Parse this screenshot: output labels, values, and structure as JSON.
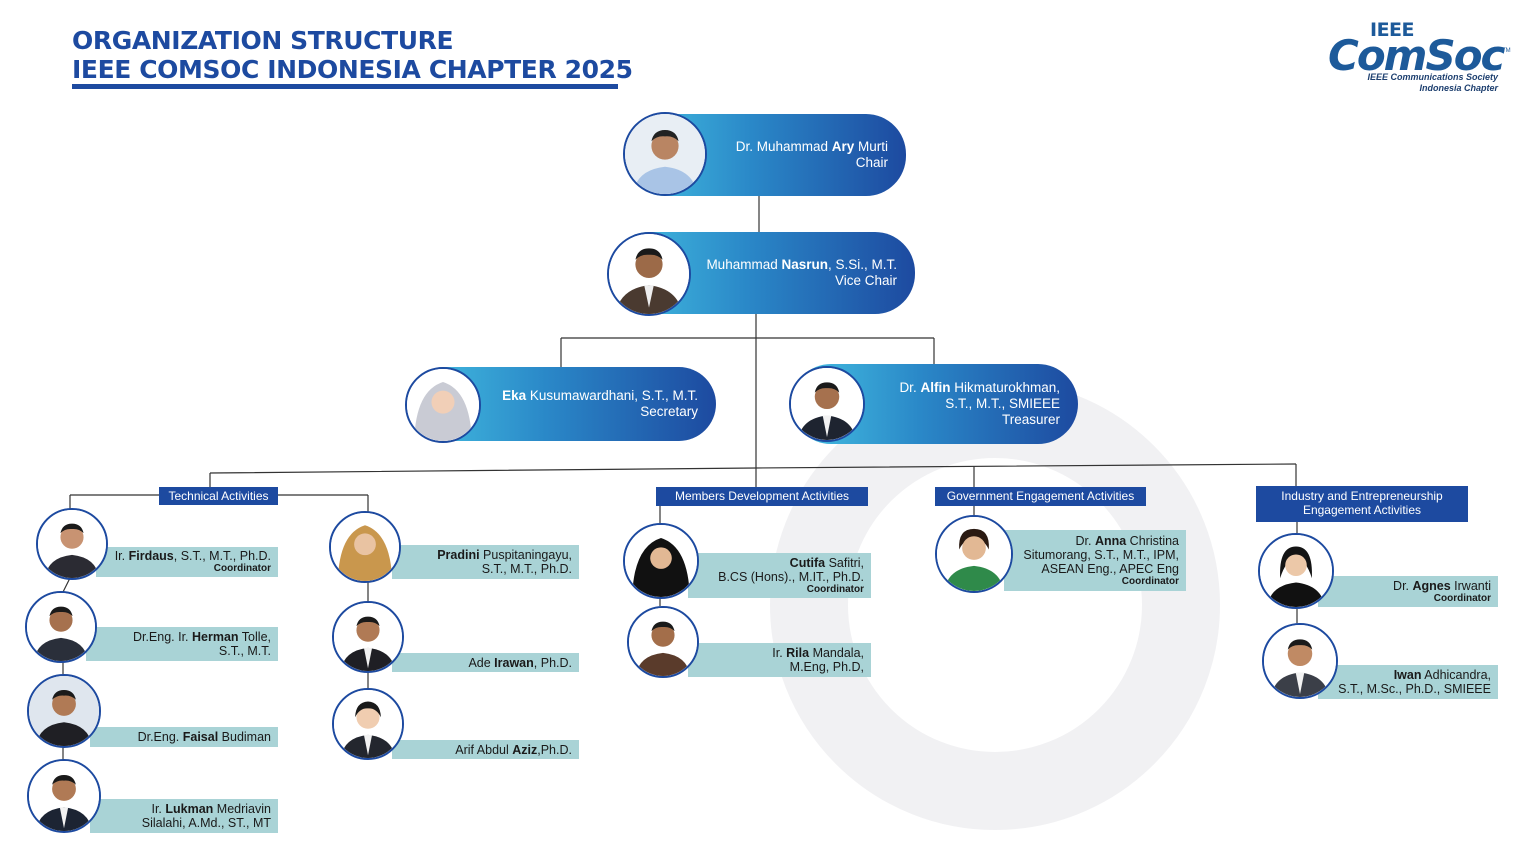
{
  "header": {
    "title_line1": "ORGANIZATION STRUCTURE",
    "title_line2": "IEEE COMSOC INDONESIA CHAPTER 2025"
  },
  "logo": {
    "ieee": "IEEE",
    "comsoc": "ComSoc",
    "tm": "TM",
    "subtitle1": "IEEE Communications Society",
    "subtitle2": "Indonesia Chapter"
  },
  "colors": {
    "title_blue": "#1d4aa0",
    "pill_light": "#45c1e2",
    "pill_dark": "#1d4aa0",
    "card_teal": "#a9d3d6",
    "dept_blue": "#1d4aa0"
  },
  "leaders": {
    "chair": {
      "pre": "Dr. Muhammad ",
      "bold": "Ary",
      "post": " Murti",
      "role": "Chair"
    },
    "vice": {
      "pre": "Muhammad ",
      "bold": "Nasrun",
      "post": ", S.Si., M.T.",
      "role": "Vice Chair"
    },
    "secretary": {
      "pre": "",
      "bold": "Eka",
      "post": " Kusumawardhani, S.T., M.T.",
      "role": "Secretary"
    },
    "treasurer": {
      "pre": "Dr. ",
      "bold": "Alfin",
      "post": " Hikmaturokhman,",
      "line2": "S.T., M.T., SMIEEE",
      "role": "Treasurer"
    }
  },
  "departments": {
    "technical": "Technical Activities",
    "members": "Members Development Activities",
    "government": "Government Engagement Activities",
    "industry_line1": "Industry and Entrepreneurship",
    "industry_line2": "Engagement Activities"
  },
  "coordinator_label": "Coordinator",
  "people": {
    "firdaus": {
      "pre": "Ir. ",
      "bold": "Firdaus",
      "post": ", S.T., M.T., Ph.D."
    },
    "herman": {
      "pre": "Dr.Eng. Ir. ",
      "bold": "Herman",
      "post": " Tolle,",
      "line2": "S.T., M.T."
    },
    "faisal": {
      "pre": "Dr.Eng. ",
      "bold": "Faisal",
      "post": " Budiman"
    },
    "lukman": {
      "pre": "Ir. ",
      "bold": "Lukman",
      "post": " Medriavin",
      "line2": "Silalahi, A.Md., ST., MT"
    },
    "pradini": {
      "pre": "",
      "bold": "Pradini",
      "post": " Puspitaningayu,",
      "line2": "S.T., M.T., Ph.D."
    },
    "ade": {
      "pre": "Ade ",
      "bold": "Irawan",
      "post": ", Ph.D."
    },
    "arif": {
      "pre": "Arif Abdul ",
      "bold": "Aziz",
      "post": ",Ph.D."
    },
    "cutifa": {
      "pre": "",
      "bold": "Cutifa",
      "post": " Safitri,",
      "line2": "B.CS (Hons)., M.IT., Ph.D."
    },
    "rila": {
      "pre": "Ir. ",
      "bold": "Rila",
      "post": " Mandala,",
      "line2": "M.Eng, Ph.D,"
    },
    "anna": {
      "pre": "Dr. ",
      "bold": "Anna",
      "post": " Christina",
      "line2": "Situmorang, S.T., M.T., IPM,",
      "line3": "ASEAN Eng., APEC Eng"
    },
    "agnes": {
      "pre": "Dr. ",
      "bold": "Agnes",
      "post": " Irwanti"
    },
    "iwan": {
      "pre": "",
      "bold": "Iwan",
      "post": " Adhicandra,",
      "line2": "S.T., M.Sc., Ph.D., SMIEEE"
    }
  }
}
